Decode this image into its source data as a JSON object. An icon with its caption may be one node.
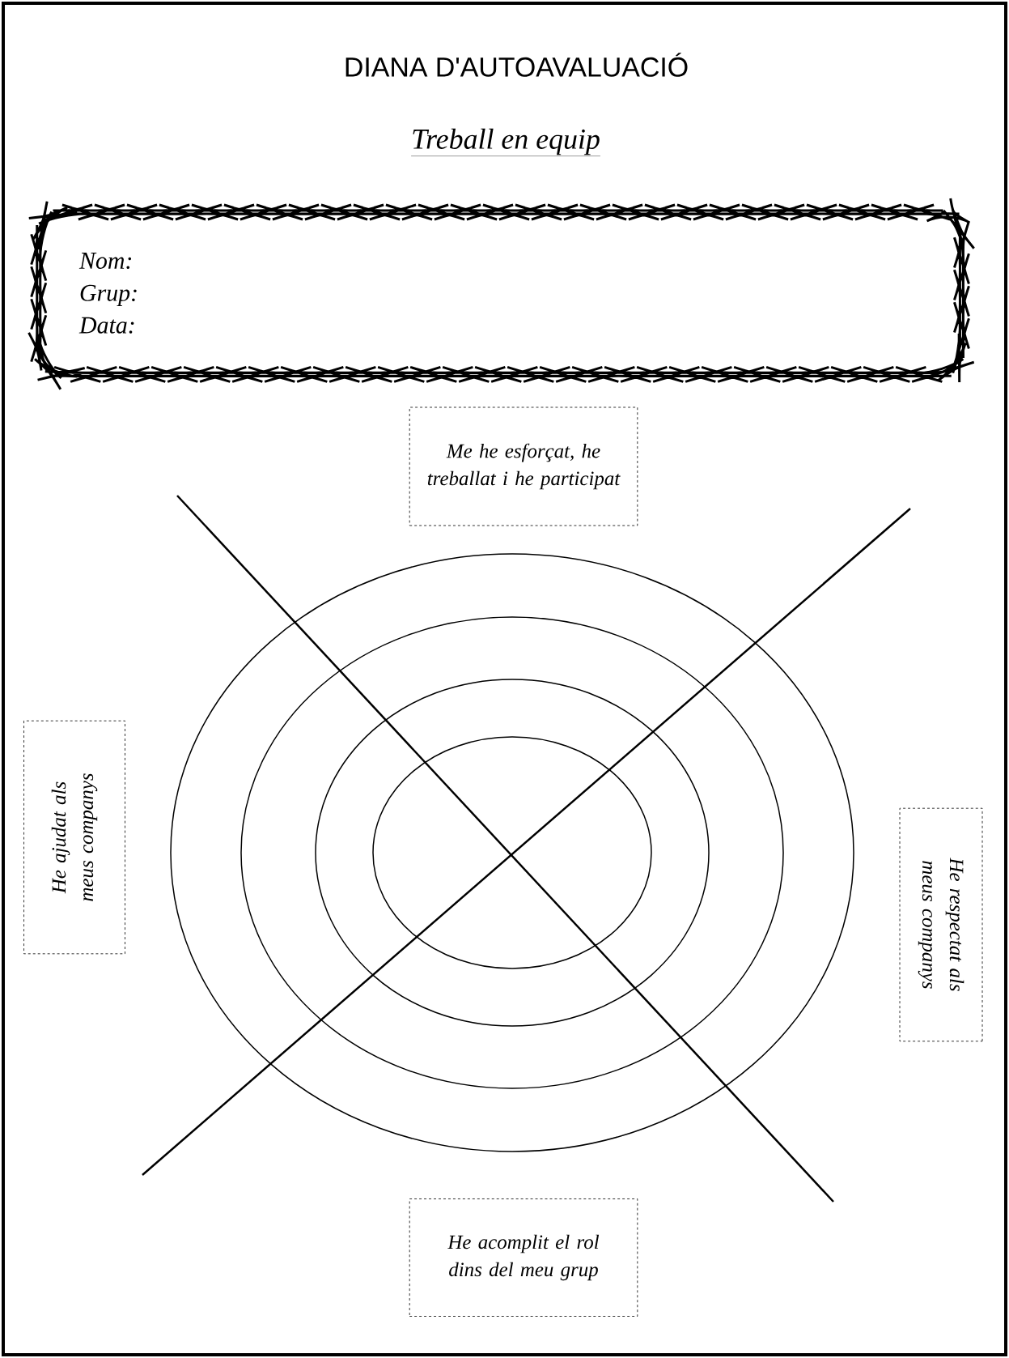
{
  "diagram": {
    "title": "DIANA D'AUTOAVALUACIÓ",
    "nodes": [
      {
        "text": [
          "Nom:",
          "Grup:",
          "Data:"
        ]
      },
      {
        "text": [
          "Me he esforçat, he treballat i he participat"
        ]
      },
      {
        "text": [
          "He ajudat als meus companys"
        ]
      },
      {
        "text": [
          "He respectat als meus companys"
        ]
      },
      {
        "text": [
          "He acomplit el rol dins del meu grup"
        ]
      }
    ],
    "labels": [
      "Treball en equip"
    ]
  }
}
